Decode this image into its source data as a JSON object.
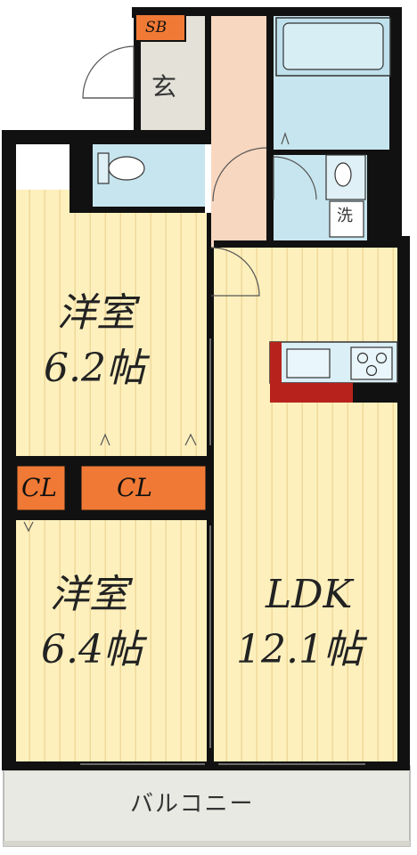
{
  "plan": {
    "rooms": {
      "western_room_1": {
        "name": "洋室",
        "size": "6.2帖"
      },
      "western_room_2": {
        "name": "洋室",
        "size": "6.4帖"
      },
      "ldk": {
        "name": "LDK",
        "size": "12.1帖"
      }
    },
    "labels": {
      "shoe_box": "SB",
      "entrance": "玄",
      "closet_1": "CL",
      "closet_2": "CL",
      "washer": "洗",
      "balcony": "バルコニー"
    },
    "colors": {
      "floor_wood": "#fdf0bd",
      "floor_stripe": "#f0d99a",
      "hall": "#f8d7c0",
      "wet_area": "#c7e5ef",
      "entrance_tile": "#e3e1d8",
      "storage": "#f07a35",
      "wall": "#111111",
      "balcony": "#e9e9e3",
      "counter_red": "#b8221d"
    }
  }
}
